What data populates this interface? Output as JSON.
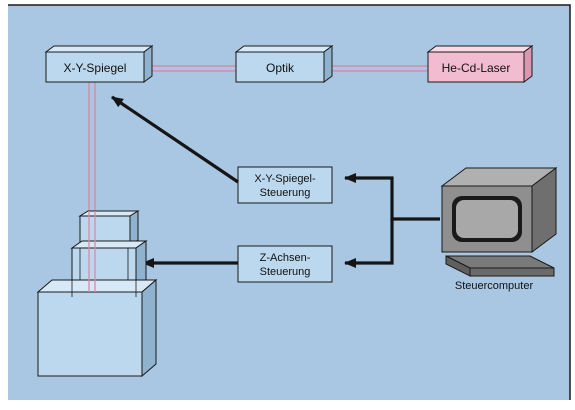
{
  "colors": {
    "panel": "#a9c7e2",
    "frame": "#1a1a1a",
    "box_blue": "#bcd8ee",
    "box_pink": "#f2bcd0",
    "beam": "#d98aa6",
    "arrow": "#151515",
    "computer": "#8f8f8f",
    "screen": "#a8a8a8"
  },
  "labels": {
    "xy_spiegel": "X-Y-Spiegel",
    "optik": "Optik",
    "laser": "He-Cd-Laser",
    "xy_steuerung_1": "X-Y-Spiegel-",
    "xy_steuerung_2": "Steuerung",
    "z_steuerung_1": "Z-Achsen-",
    "z_steuerung_2": "Steuerung",
    "computer": "Steuercomputer"
  }
}
